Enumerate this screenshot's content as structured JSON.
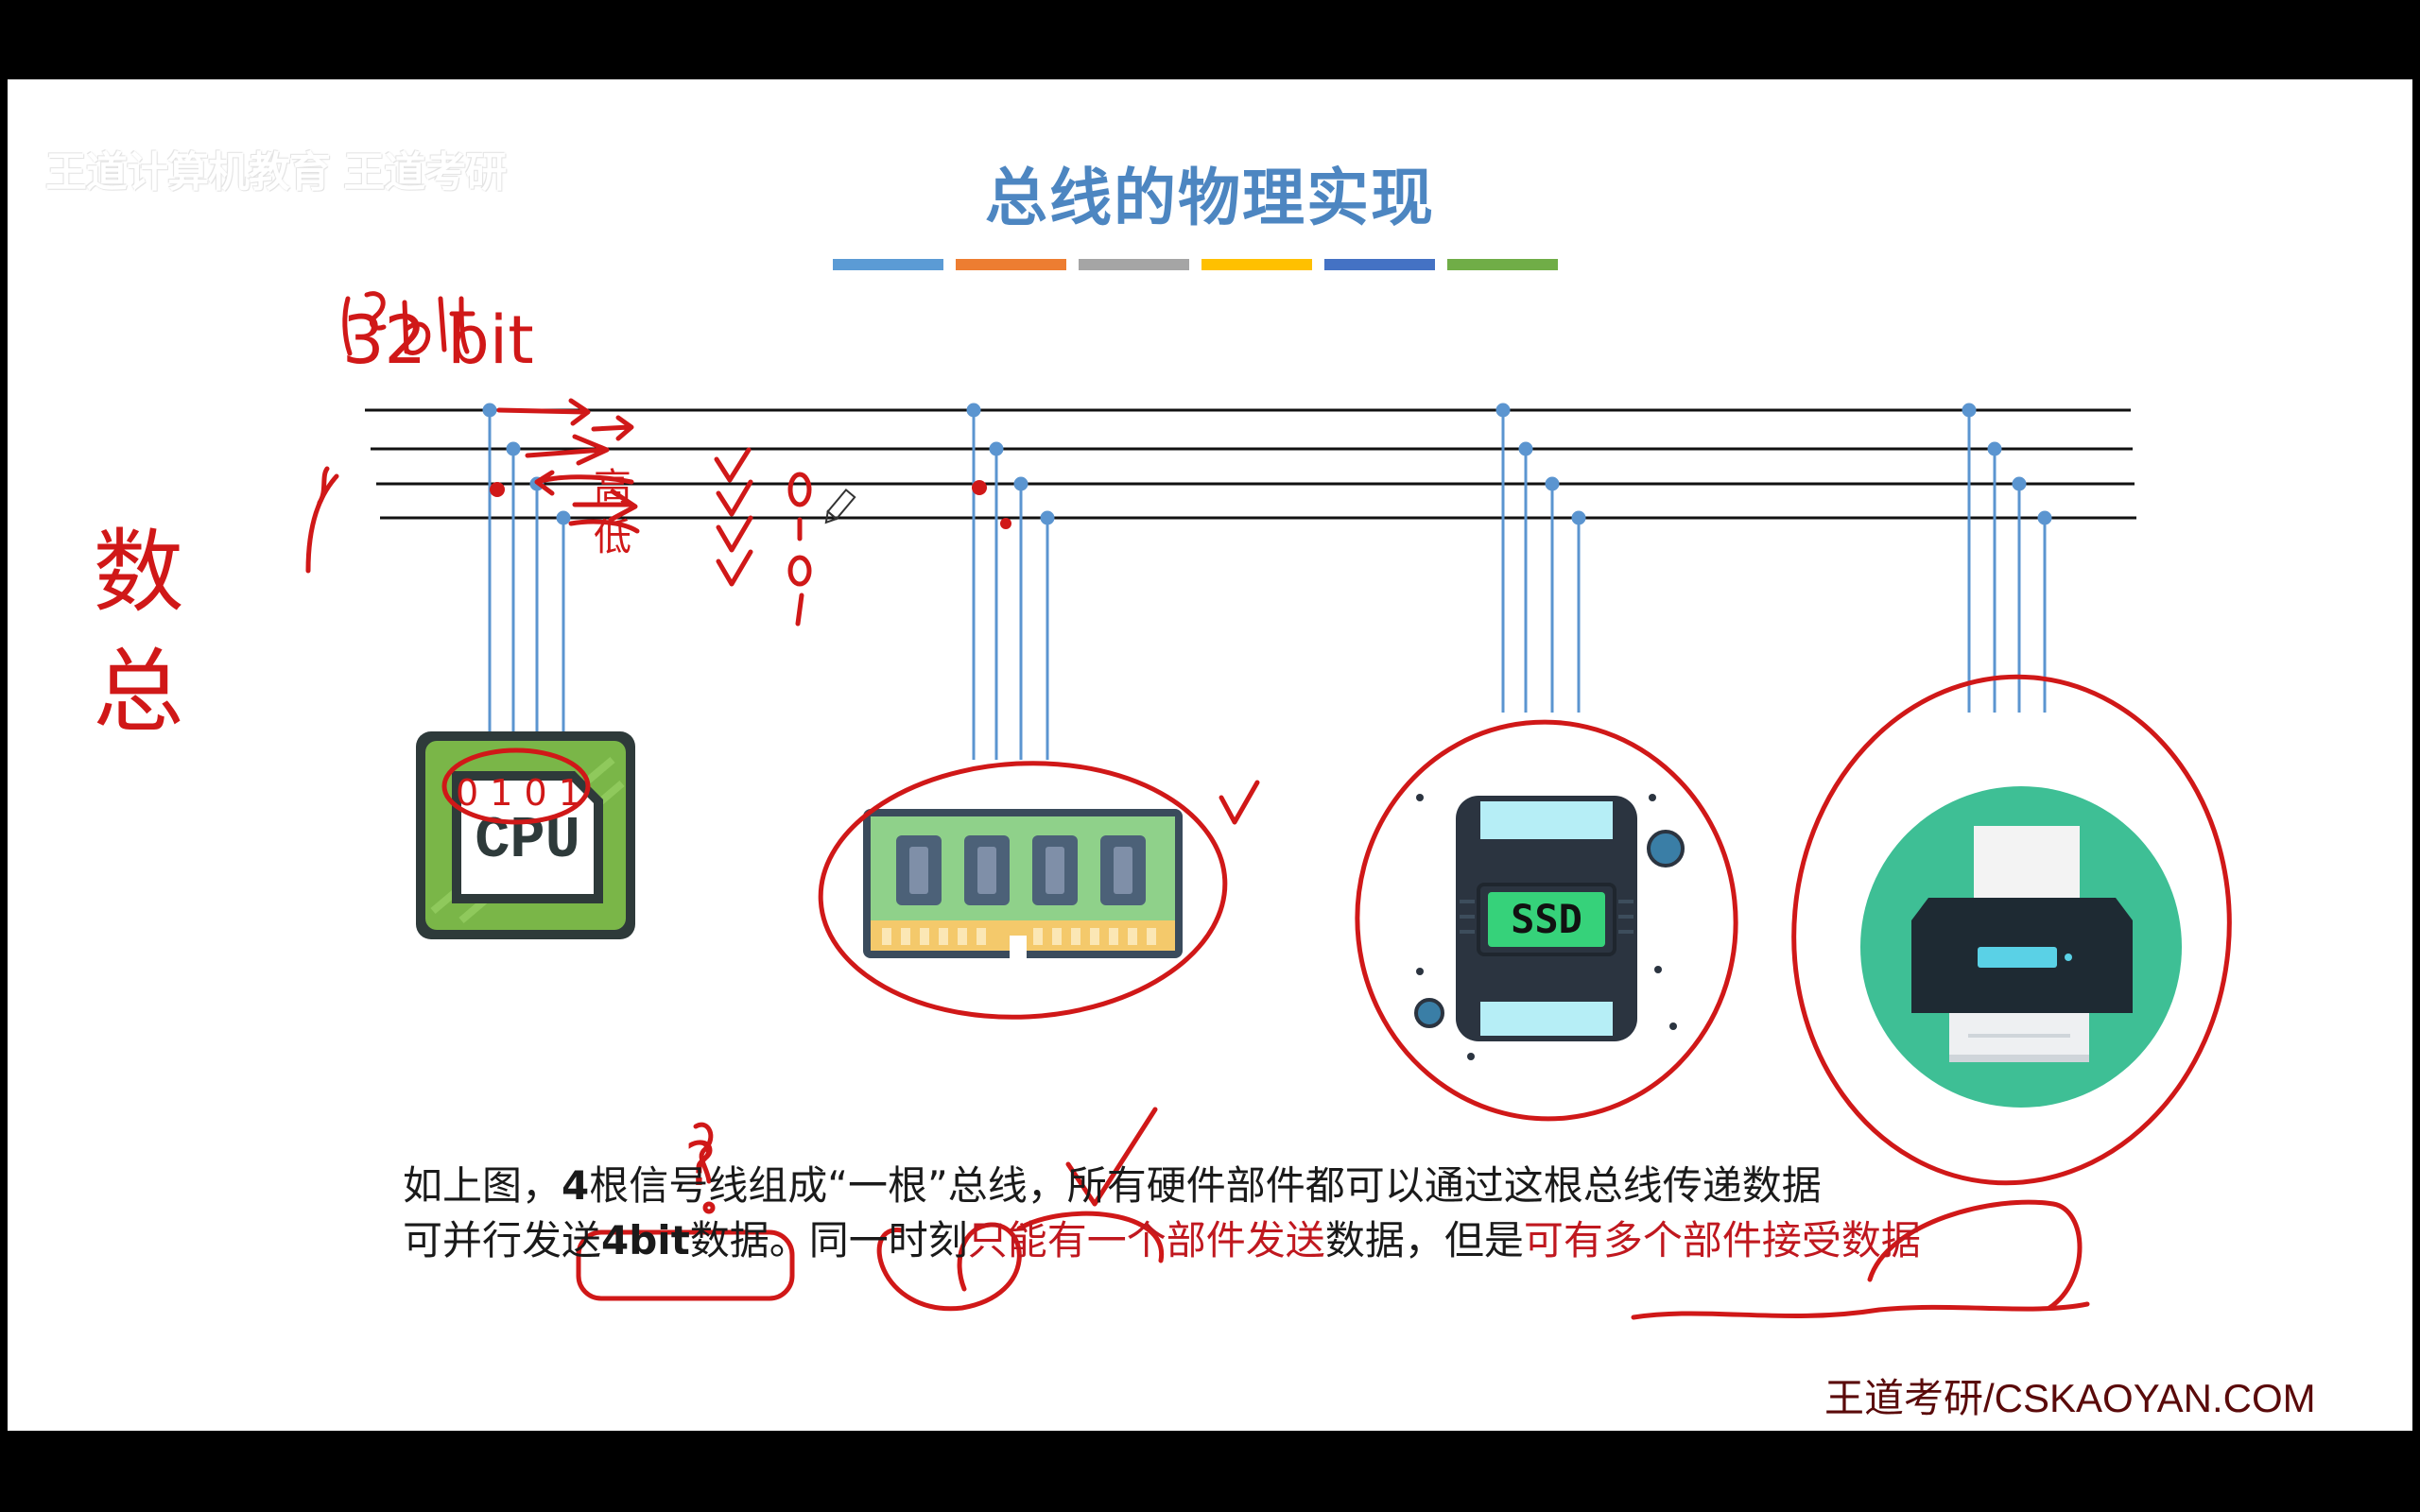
{
  "slide": {
    "watermark": "王道计算机教育 王道考研",
    "title": "总线的物理实现",
    "title_color": "#4d86c1",
    "accent_bar_colors": [
      "#5b9bd5",
      "#ed7d31",
      "#a5a5a5",
      "#ffc000",
      "#4472c4",
      "#70ad47"
    ],
    "devices": [
      {
        "icon": "cpu-chip-icon",
        "label": "CPU"
      },
      {
        "icon": "ram-module-icon",
        "label": ""
      },
      {
        "icon": "ssd-drive-icon",
        "label": "SSD"
      },
      {
        "icon": "printer-icon",
        "label": ""
      }
    ],
    "caption": {
      "line1_a": "如上图，",
      "line1_b": "4",
      "line1_c": "根信号线组成“一根”总线，所有硬件部件都可以通过这根总线传递数据",
      "line2_a": "可并行发送",
      "line2_b": "4bit",
      "line2_c": "数据。同一时刻",
      "line2_d": "只能有一个部件发送",
      "line2_e": "数据，但是",
      "line2_f": "可有多个部件接受数据"
    },
    "footer": "王道考研/CSKAOYAN.COM"
  },
  "annotations": {
    "width_note": "32 bit",
    "bus_label": "数 总",
    "lane_note": "高 低",
    "bit_values": [
      "0",
      "1",
      "0",
      "1"
    ],
    "cpu_bits": "0 1 0 1",
    "question_mark": "?",
    "ink_color": "#d01818"
  }
}
